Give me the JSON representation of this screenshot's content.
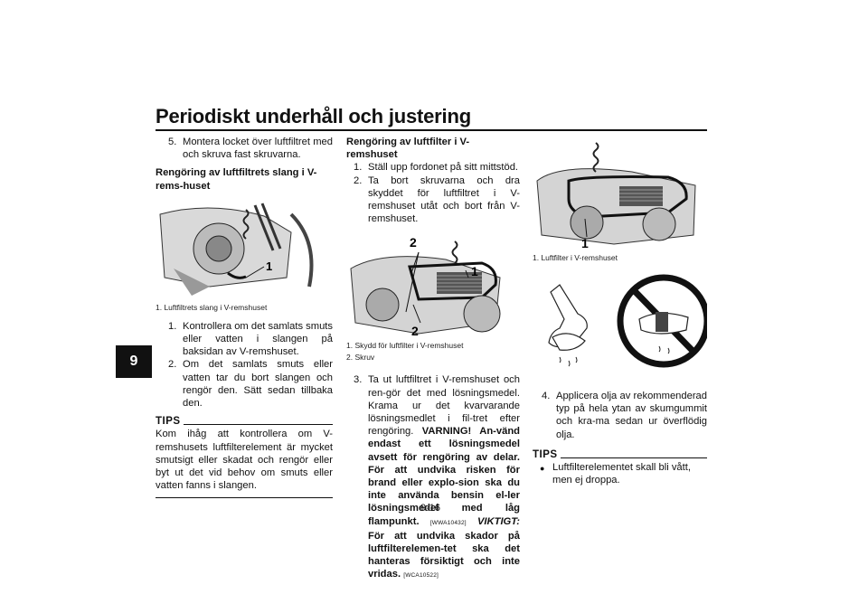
{
  "header": {
    "title": "Periodiskt underhåll och justering",
    "chapter": "9"
  },
  "page_number": "9-16",
  "col1": {
    "step5": {
      "num": "5.",
      "text": "Montera locket över luftfiltret med och skruva fast skruvarna."
    },
    "heading": "Rengöring av luftfiltrets slang i V-rems-huset",
    "fig_label": "1",
    "caption": "1. Luftfiltrets slang i V-remshuset",
    "step1": {
      "num": "1.",
      "text": "Kontrollera om det samlats smuts eller vatten i slangen på baksidan av V-remshuset."
    },
    "step2": {
      "num": "2.",
      "text": "Om det samlats smuts eller vatten tar du bort slangen och rengör den. Sätt sedan tillbaka den."
    },
    "tips_label": "TIPS",
    "tips_text": "Kom ihåg att kontrollera om V-remshusets luftfilterelement är mycket smutsigt eller skadat och rengör eller byt ut det vid behov om smuts eller vatten fanns i slangen."
  },
  "col2": {
    "heading": "Rengöring av luftfilter i V-remshuset",
    "step1": {
      "num": "1.",
      "text": "Ställ upp fordonet på sitt mittstöd."
    },
    "step2": {
      "num": "2.",
      "text": "Ta bort skruvarna och dra skyddet för luftfiltret i V-remshuset utåt och bort från V-remshuset."
    },
    "fig_label_1": "1",
    "fig_label_2a": "2",
    "fig_label_2b": "2",
    "caption_1": "1. Skydd för luftfilter i V-remshuset",
    "caption_2": "2. Skruv",
    "step3": {
      "num": "3.",
      "text_a": "Ta ut luftfiltret i V-remshuset och ren-gör det med lösningsmedel. Krama ur det kvarvarande lösningsmedlet i fil-tret efter rengöring.",
      "warning": "VARNING! An-vänd endast ett lösningsmedel avsett för rengöring av delar. För att undvika risken för brand eller explo-sion ska du inte använda bensin el-ler lösningsmedel med låg flampunkt.",
      "code1": "[WWA10432]",
      "caution_label": "VIKTIGT:",
      "caution": "För att undvika skador på luftfilterelemen-tet ska det hanteras försiktigt och inte vridas.",
      "code2": "[WCA10522]"
    }
  },
  "col3": {
    "fig_label": "1",
    "caption": "1. Luftfilter i V-remshuset",
    "step4": {
      "num": "4.",
      "text": "Applicera olja av rekommenderad typ på hela ytan av skumgummit och kra-ma sedan ur överflödig olja."
    },
    "tips_label": "TIPS",
    "tips_bullet": "Luftfilterelementet skall bli vått, men ej droppa."
  },
  "colors": {
    "text": "#111111",
    "tab_bg": "#111111",
    "prohibit_stroke": "#111111"
  }
}
